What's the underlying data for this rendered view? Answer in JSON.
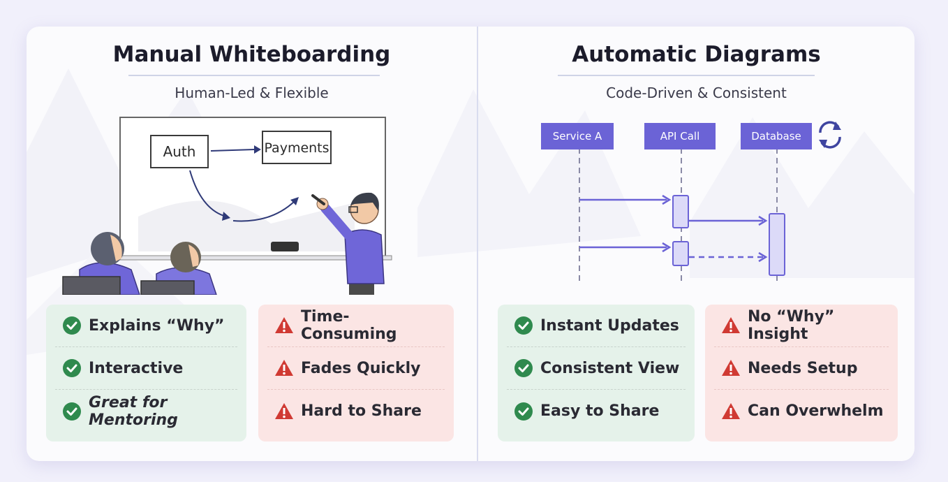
{
  "left": {
    "title": "Manual Whiteboarding",
    "subtitle": "Human-Led & Flexible",
    "whiteboard": {
      "box1": "Auth",
      "box2": "Payments"
    },
    "pros": [
      {
        "label": "Explains “Why”",
        "icon": "check-circle-icon"
      },
      {
        "label": "Interactive",
        "icon": "check-circle-icon"
      },
      {
        "label": "Great for Mentoring",
        "icon": "check-circle-icon"
      }
    ],
    "cons": [
      {
        "label": "Time-Consuming",
        "icon": "warning-icon"
      },
      {
        "label": "Fades Quickly",
        "icon": "warning-icon"
      },
      {
        "label": "Hard to Share",
        "icon": "warning-icon"
      }
    ]
  },
  "right": {
    "title": "Automatic Diagrams",
    "subtitle": "Code-Driven & Consistent",
    "sequence": {
      "participants": [
        "Service A",
        "API Call",
        "Database"
      ],
      "refresh_icon": "refresh-icon"
    },
    "pros": [
      {
        "label": "Instant Updates",
        "icon": "check-circle-icon"
      },
      {
        "label": "Consistent View",
        "icon": "check-circle-icon"
      },
      {
        "label": "Easy to Share",
        "icon": "check-circle-icon"
      }
    ],
    "cons": [
      {
        "label": "No “Why” Insight",
        "icon": "warning-icon"
      },
      {
        "label": "Needs Setup",
        "icon": "warning-icon"
      },
      {
        "label": "Can Overwhelm",
        "icon": "warning-icon"
      }
    ]
  },
  "colors": {
    "accent": "#6b63d6",
    "pro_bg": "#e5f2ea",
    "con_bg": "#fbe5e4",
    "check": "#2f8a4e",
    "warning": "#d03a33"
  }
}
